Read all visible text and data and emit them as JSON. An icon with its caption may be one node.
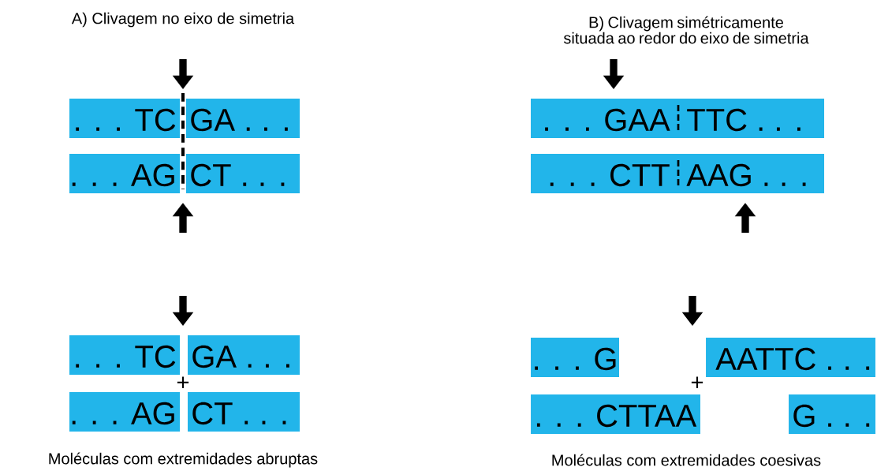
{
  "diagram": {
    "nodes": [
      {
        "text": [
          ". . . TC"
        ]
      },
      {
        "text": [
          "GA . . ."
        ]
      },
      {
        "text": [
          ". . . GAA",
          "TTC . . ."
        ]
      },
      {
        "text": [
          ". . . AG"
        ]
      },
      {
        "text": [
          "CT . . ."
        ]
      },
      {
        "text": [
          ". . . CTT",
          "AAG . . ."
        ]
      },
      {
        "text": [
          ". . . TC"
        ]
      },
      {
        "text": [
          "GA . . ."
        ]
      },
      {
        "text": [
          ". . . G"
        ]
      },
      {
        "text": [
          "AATTC . . ."
        ]
      },
      {
        "text": [
          ". . . AG"
        ]
      },
      {
        "text": [
          "CT . . ."
        ]
      },
      {
        "text": [
          ". . . CTTAA"
        ]
      },
      {
        "text": [
          "G . . ."
        ]
      }
    ],
    "labels": [
      "A) Clivagem no eixo de simetria",
      "B) Clivagem simétricamente situada ao redor do eixo de simetria",
      "+",
      "+",
      "Moléculas com extremidades abruptas",
      "Moléculas com extremidades coesivas"
    ]
  }
}
